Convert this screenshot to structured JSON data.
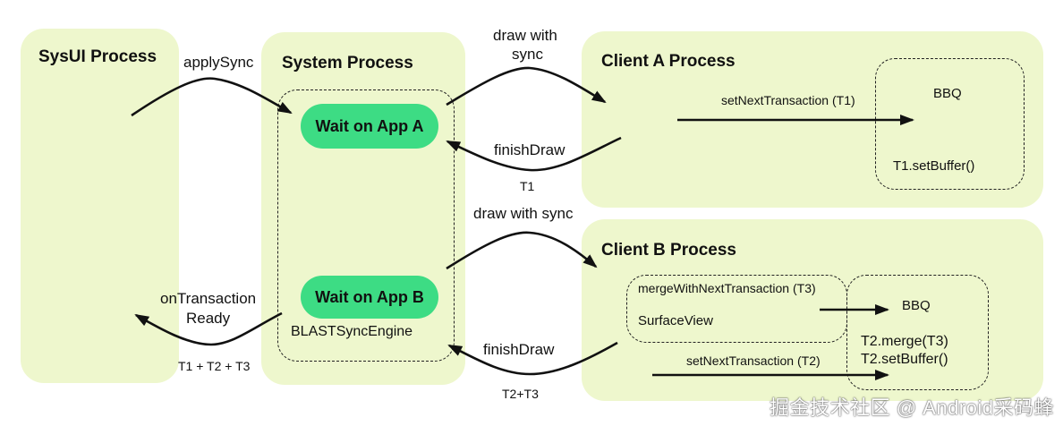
{
  "processes": {
    "sysui": {
      "title": "SysUI Process"
    },
    "system": {
      "title": "System Process",
      "wait_a": "Wait on App A",
      "wait_b": "Wait on App B",
      "engine": "BLASTSyncEngine"
    },
    "client_a": {
      "title": "Client A Process",
      "bbq": {
        "title": "BBQ",
        "action": "T1.setBuffer()"
      },
      "set_next": "setNextTransaction (T1)"
    },
    "client_b": {
      "title": "Client B Process",
      "surfaceview": {
        "merge": "mergeWithNextTransaction (T3)",
        "title": "SurfaceView"
      },
      "bbq": {
        "title": "BBQ",
        "merge": "T2.merge(T3)",
        "action": "T2.setBuffer()"
      },
      "set_next": "setNextTransaction (T2)"
    }
  },
  "edges": {
    "apply_sync": "applySync",
    "draw_a_line1": "draw with",
    "draw_a_line2": "sync",
    "finish_a": "finishDraw",
    "finish_a_tx": "T1",
    "draw_b": "draw with sync",
    "finish_b": "finishDraw",
    "finish_b_tx": "T2+T3",
    "on_tx_line1": "onTransaction",
    "on_tx_line2": "Ready",
    "on_tx_tx": "T1 + T2 + T3"
  },
  "colors": {
    "process_bg": "#eef7cd",
    "wait_pill": "#3ddc84",
    "line": "#111111"
  },
  "watermark": "掘金技术社区 @ Android采码蜂"
}
